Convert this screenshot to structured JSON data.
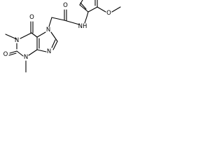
{
  "molecule": {
    "atoms": {
      "O_top": "O",
      "N7": "N",
      "N1": "N",
      "O2": "O",
      "N3": "N",
      "N9": "N",
      "NH": "NH",
      "O_amide": "O",
      "O_methoxy": "O"
    }
  }
}
